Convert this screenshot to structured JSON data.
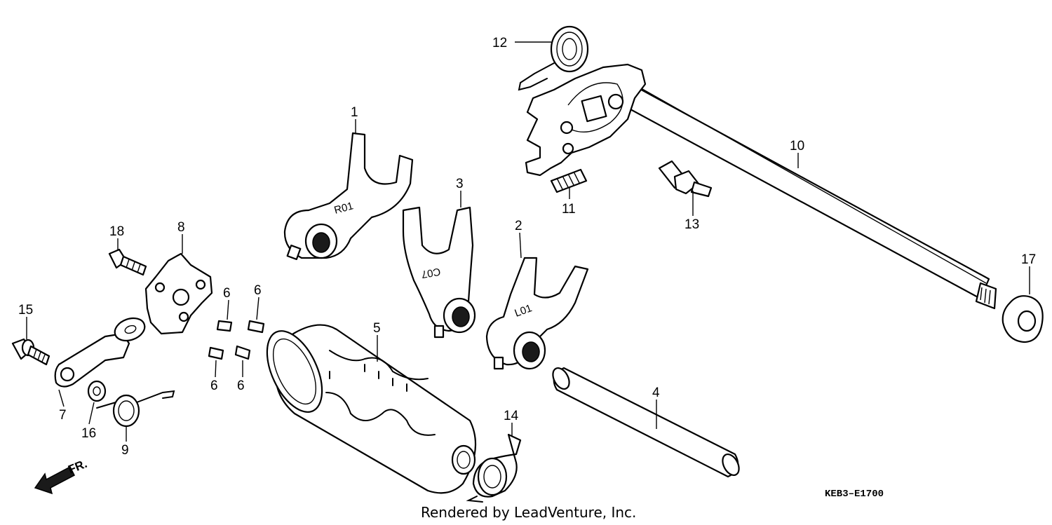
{
  "diagram": {
    "code": "KEB3–E1700",
    "credit": "Rendered by LeadVenture, Inc.",
    "direction_label": "FR.",
    "fork_stamps": {
      "fork_1": "R01",
      "fork_3": "C07",
      "fork_2": "L01"
    },
    "callouts": [
      "1",
      "2",
      "3",
      "4",
      "5",
      "6",
      "6",
      "6",
      "6",
      "7",
      "8",
      "9",
      "10",
      "11",
      "12",
      "13",
      "14",
      "15",
      "16",
      "17",
      "18"
    ]
  }
}
